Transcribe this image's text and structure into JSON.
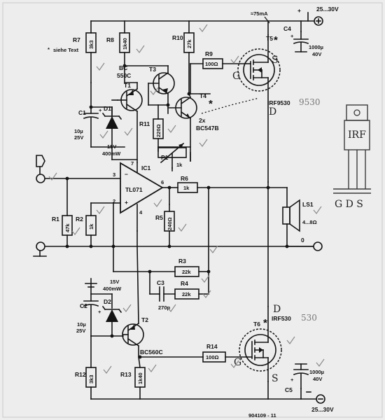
{
  "note": "siehe Text",
  "supply_current": "≈75mA",
  "supply_top": "25...30V",
  "supply_bottom": "25...30V",
  "figure_number": "904109 - 11",
  "ic": {
    "ref": "IC1",
    "part": "TL071",
    "pins": {
      "p2": "2",
      "p3": "3",
      "p4": "4",
      "p6": "6",
      "p7": "7"
    }
  },
  "transistors": {
    "t1": {
      "ref": "T1",
      "type1": "BC",
      "type2": "550C"
    },
    "t2": {
      "ref": "T2",
      "type": "BC560C"
    },
    "t3": {
      "ref": "T3"
    },
    "t4": {
      "ref": "T4",
      "qty": "2x",
      "type": "BC547B"
    },
    "t5": {
      "ref": "T5",
      "type": "IRF9530",
      "pin_s": "S",
      "pin_g": "G",
      "pin_d": "D"
    },
    "t6": {
      "ref": "T6",
      "type": "IRF530",
      "pin_d": "D",
      "pin_g": "G",
      "pin_s": "S"
    }
  },
  "resistors": {
    "r1": {
      "ref": "R1",
      "value": "47k"
    },
    "r2": {
      "ref": "R2",
      "value": "1k"
    },
    "r3": {
      "ref": "R3",
      "value": "22k"
    },
    "r4": {
      "ref": "R4",
      "value": "22k"
    },
    "r5": {
      "ref": "R5",
      "value": "240Ω"
    },
    "r6": {
      "ref": "R6",
      "value": "1k"
    },
    "r7": {
      "ref": "R7",
      "value": "3k3"
    },
    "r8": {
      "ref": "R8",
      "value": "1k40"
    },
    "r9": {
      "ref": "R9",
      "value": "100Ω"
    },
    "r10": {
      "ref": "R10",
      "value": "27k"
    },
    "r11": {
      "ref": "R11",
      "value": "220Ω"
    },
    "r12": {
      "ref": "R12",
      "value": "3k3"
    },
    "r13": {
      "ref": "R13",
      "value": "1k40"
    },
    "r14": {
      "ref": "R14",
      "value": "100Ω"
    }
  },
  "pot": {
    "ref": "P1",
    "value": "1k"
  },
  "capacitors": {
    "c1": {
      "ref": "C1",
      "value1": "10µ",
      "value2": "25V"
    },
    "c2": {
      "ref": "C2",
      "value1": "10µ",
      "value2": "25V"
    },
    "c3": {
      "ref": "C3",
      "value": "270p"
    },
    "c4": {
      "ref": "C4",
      "value1": "1000µ",
      "value2": "40V"
    },
    "c5": {
      "ref": "C5",
      "value1": "1000µ",
      "value2": "40V"
    }
  },
  "diodes": {
    "d1": {
      "ref": "D1",
      "value1": "15V",
      "value2": "400mW"
    },
    "d2": {
      "ref": "D2",
      "value1": "15V",
      "value2": "400mW"
    }
  },
  "speaker": {
    "ref": "LS1",
    "value": "4...8Ω"
  },
  "terminals": {
    "zero": "0"
  },
  "handwriting": {
    "package": "IRF",
    "pins": "G D S",
    "t5_scribble": "9530",
    "t6_scribble": "530"
  },
  "colors": {
    "paper": "#ededed",
    "ink": "#141414",
    "pencil": "#8a8a8a"
  }
}
